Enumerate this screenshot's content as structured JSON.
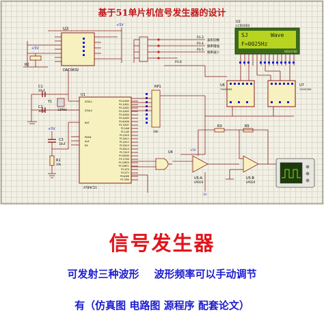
{
  "banner_title": "基于51单片机信号发生器的设计",
  "components": {
    "u1": {
      "ref": "U1",
      "model": "AT89C51",
      "pins_left": [
        "XTAL1",
        "XTAL2",
        "RST",
        "PSEN",
        "ALE",
        "EA"
      ],
      "pins_right": [
        "P0.0/AD0",
        "P0.1/AD1",
        "P0.2/AD2",
        "P0.3/AD3",
        "P0.4/AD4",
        "P0.5/AD5",
        "P0.6/AD6",
        "P0.7/AD7",
        "P2.0/A8",
        "P2.1/A9",
        "P2.2/A10",
        "P2.3/A11",
        "P2.4/A12",
        "P2.5/A13",
        "P2.6/A14",
        "P2.7/A15",
        "P3.0/RXD",
        "P3.1/TXD",
        "P3.2/INT0",
        "P3.3/INT1",
        "P3.4/T0",
        "P3.5/T1",
        "P3.6/WR",
        "P3.7/RD"
      ]
    },
    "u3": {
      "ref": "U3",
      "model": "DAC0832"
    },
    "u2": {
      "ref": "U2",
      "model": "LCD1602",
      "line1_left": "SJ",
      "line1_right": "Wave",
      "line2": "F=0025Hz",
      "bottom_label": "HD44780"
    },
    "u4": {
      "ref": "U4"
    },
    "u5a": {
      "ref": "U5:A",
      "model": "LM324"
    },
    "u5b": {
      "ref": "U5:B",
      "model": "LM324"
    },
    "u6": {
      "ref": "U6",
      "model": "74HC595"
    },
    "u7": {
      "ref": "U7",
      "model": "74HC595"
    },
    "rp1": {
      "ref": "RP1",
      "model": "10k"
    },
    "c1": {
      "ref": "C1",
      "value": "30pF"
    },
    "c2": {
      "ref": "C2",
      "value": "30pF"
    },
    "c3": {
      "ref": "C3",
      "value": "10uF"
    },
    "y1": {
      "ref": "Y1",
      "value": "12MHz"
    },
    "r1": {
      "ref": "R1",
      "value": "10k"
    },
    "r2": {
      "ref": "R2"
    },
    "r3": {
      "ref": "R3"
    },
    "r5": {
      "ref": "R5"
    },
    "vcc": "+5V",
    "vee": "-5V",
    "buttons": [
      "P3.3",
      "P3.4",
      "P3.5",
      "P3.6"
    ],
    "button_labels": [
      "波形切换",
      "频率增加",
      "频率减少"
    ]
  },
  "bottom": {
    "title": "信号发生器",
    "line1_a": "可发射三种波形",
    "line1_b": "波形频率可以手动调节",
    "line2": "有（仿真图  电路图  源程序  配套论文）"
  }
}
